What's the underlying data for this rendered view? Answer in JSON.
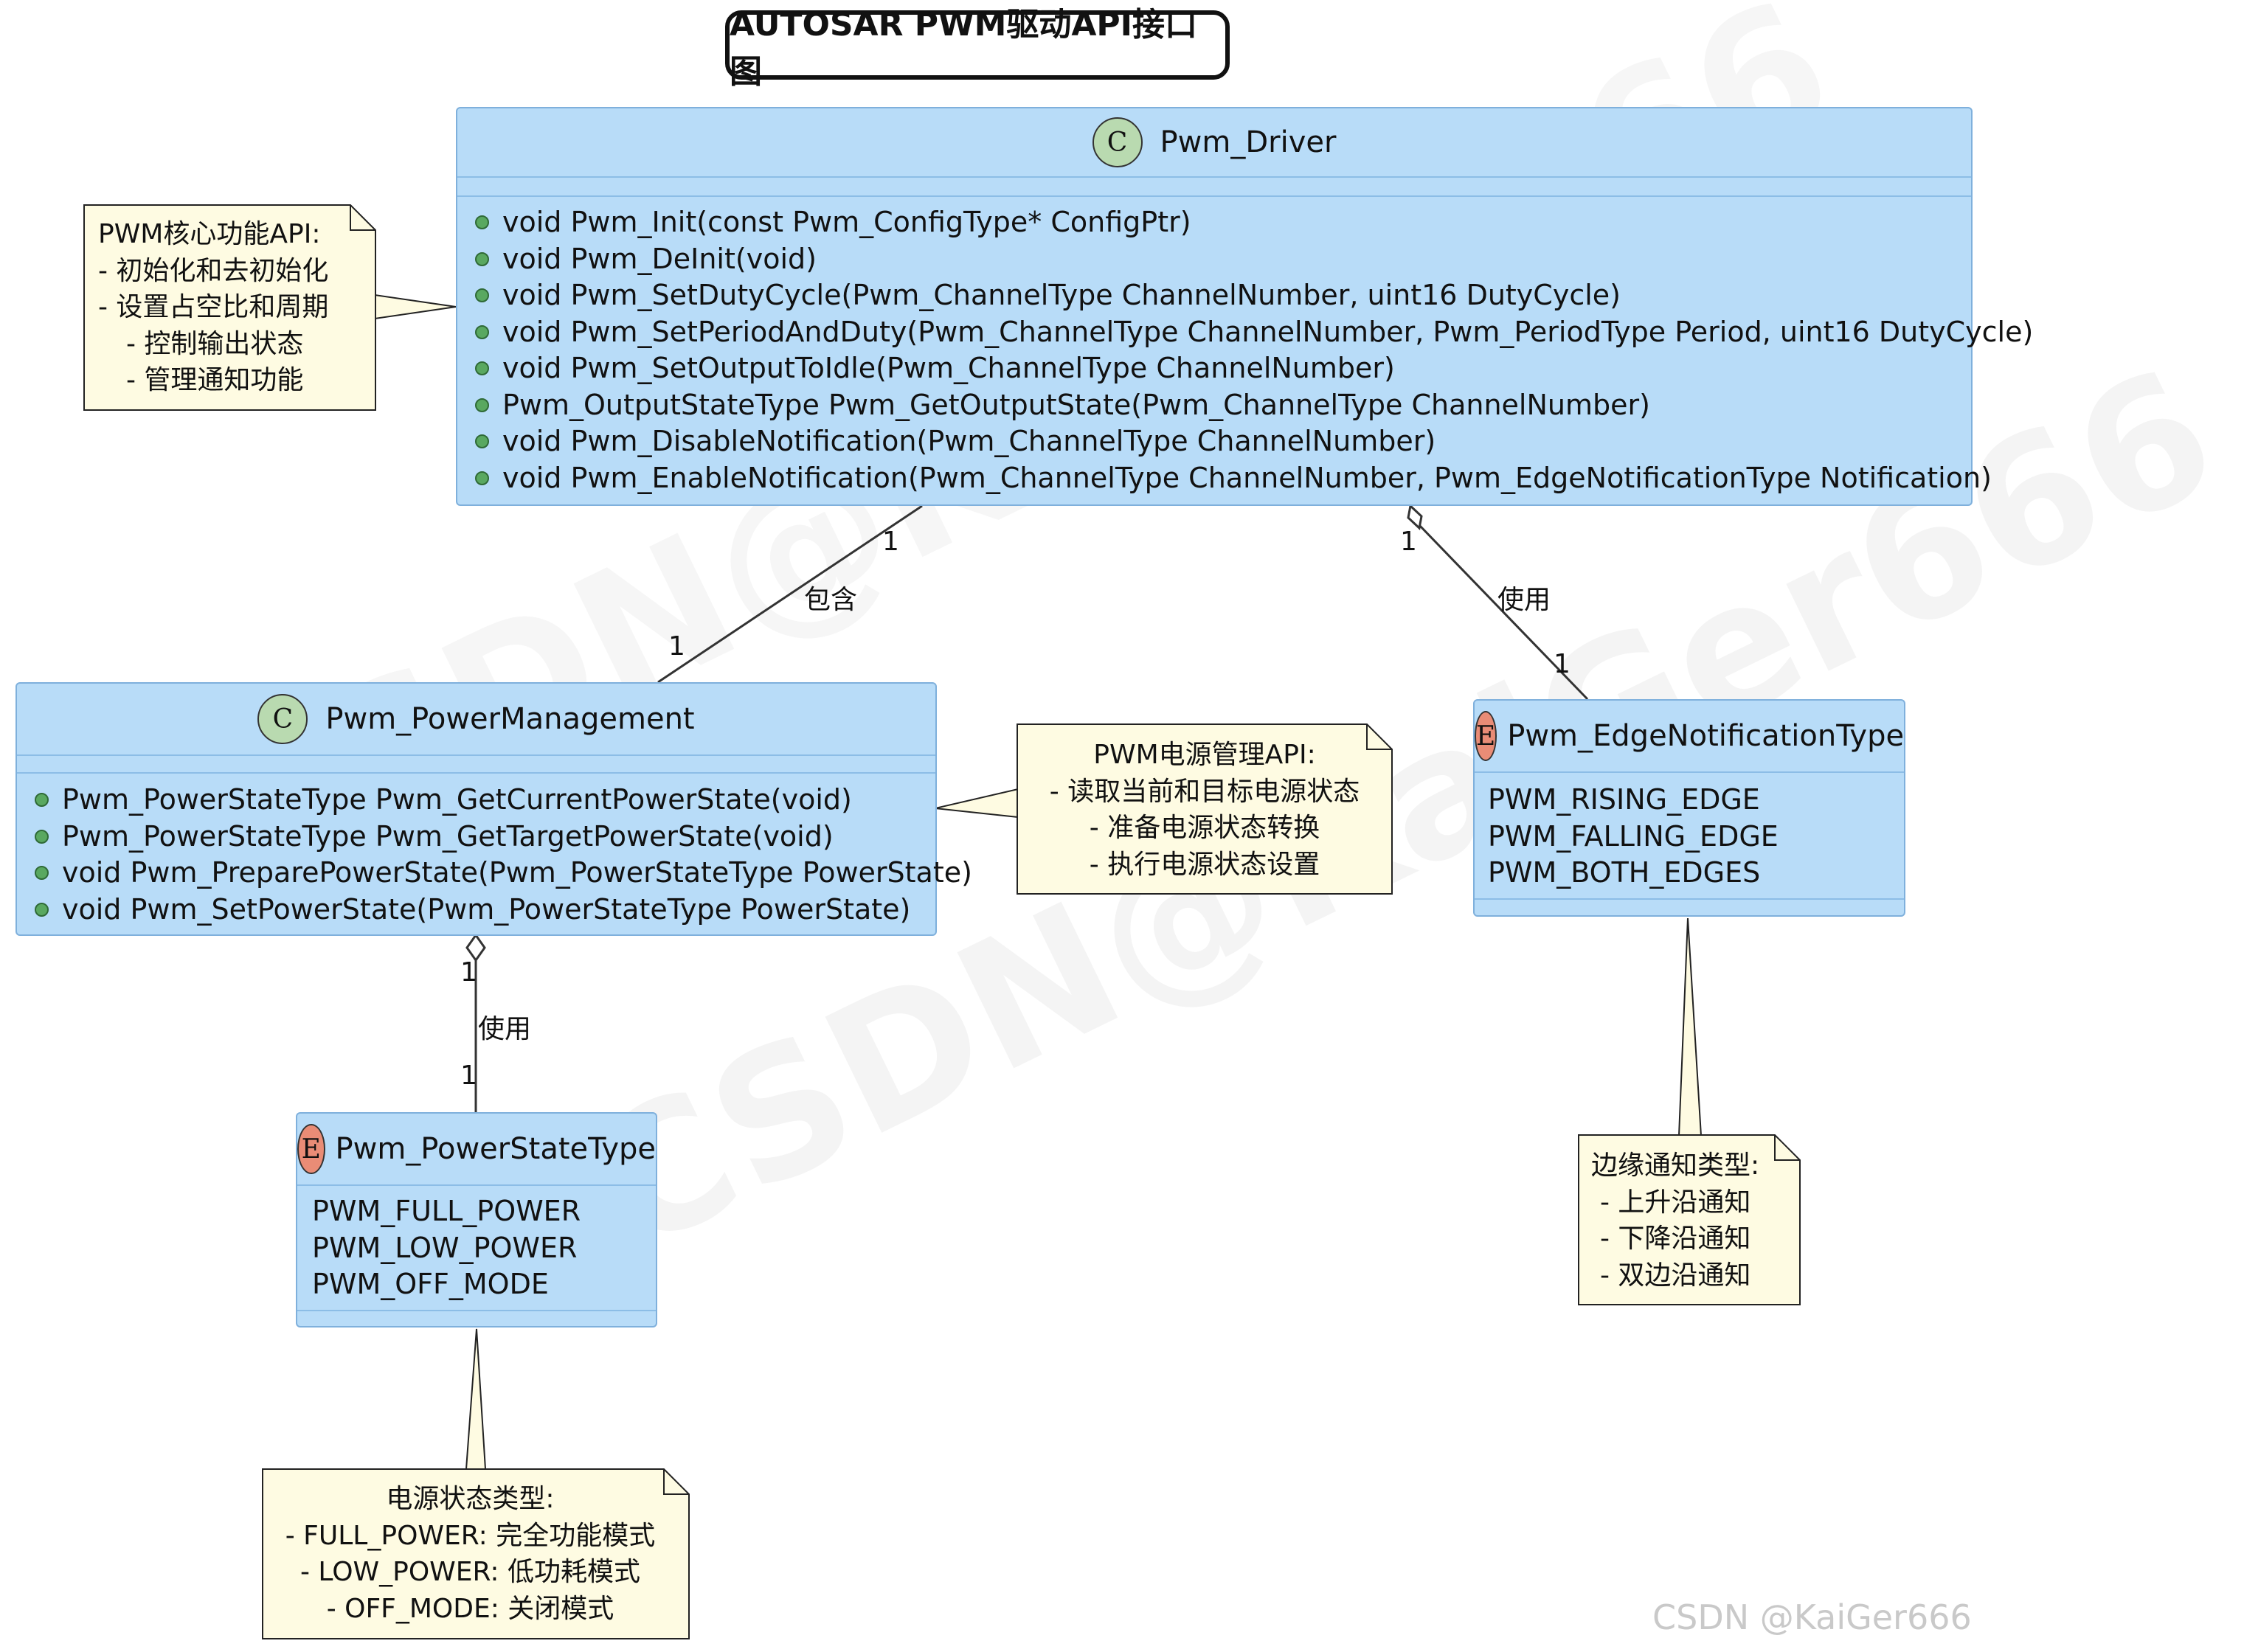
{
  "title": "AUTOSAR PWM驱动API接口图",
  "watermark": "CSDN@KaiGer666",
  "footer": "CSDN @KaiGer666",
  "classes": {
    "driver": {
      "badge": "C",
      "name": "Pwm_Driver",
      "methods": [
        "void Pwm_Init(const Pwm_ConfigType* ConfigPtr)",
        "void Pwm_DeInit(void)",
        "void Pwm_SetDutyCycle(Pwm_ChannelType ChannelNumber, uint16 DutyCycle)",
        "void Pwm_SetPeriodAndDuty(Pwm_ChannelType ChannelNumber, Pwm_PeriodType Period, uint16 DutyCycle)",
        "void Pwm_SetOutputToIdle(Pwm_ChannelType ChannelNumber)",
        "Pwm_OutputStateType Pwm_GetOutputState(Pwm_ChannelType ChannelNumber)",
        "void Pwm_DisableNotification(Pwm_ChannelType ChannelNumber)",
        "void Pwm_EnableNotification(Pwm_ChannelType ChannelNumber, Pwm_EdgeNotificationType Notification)"
      ]
    },
    "power_management": {
      "badge": "C",
      "name": "Pwm_PowerManagement",
      "methods": [
        "Pwm_PowerStateType Pwm_GetCurrentPowerState(void)",
        "Pwm_PowerStateType Pwm_GetTargetPowerState(void)",
        "void Pwm_PreparePowerState(Pwm_PowerStateType PowerState)",
        "void Pwm_SetPowerState(Pwm_PowerStateType PowerState)"
      ]
    },
    "edge_notification": {
      "badge": "E",
      "name": "Pwm_EdgeNotificationType",
      "literals": [
        "PWM_RISING_EDGE",
        "PWM_FALLING_EDGE",
        "PWM_BOTH_EDGES"
      ]
    },
    "power_state": {
      "badge": "E",
      "name": "Pwm_PowerStateType",
      "literals": [
        "PWM_FULL_POWER",
        "PWM_LOW_POWER",
        "PWM_OFF_MODE"
      ]
    }
  },
  "notes": {
    "core": [
      "PWM核心功能API:",
      "- 初始化和去初始化",
      "- 设置占空比和周期",
      "- 控制输出状态",
      "- 管理通知功能"
    ],
    "power": [
      "PWM电源管理API:",
      "- 读取当前和目标电源状态",
      "- 准备电源状态转换",
      "- 执行电源状态设置"
    ],
    "edge": [
      "边缘通知类型:",
      "- 上升沿通知",
      "- 下降沿通知",
      "- 双边沿通知"
    ],
    "power_state": [
      "电源状态类型:",
      "- FULL_POWER: 完全功能模式",
      "- LOW_POWER: 低功耗模式",
      "- OFF_MODE: 关闭模式"
    ]
  },
  "relations": {
    "contains": {
      "label": "包含",
      "src_mult": "1",
      "dst_mult": "1"
    },
    "uses_edge": {
      "label": "使用",
      "src_mult": "1",
      "dst_mult": "1"
    },
    "uses_power_state": {
      "label": "使用",
      "src_mult": "1",
      "dst_mult": "1"
    }
  },
  "colors": {
    "class_fill": "#b8dcf8",
    "class_border": "#7fb0dc",
    "note_fill": "#fefbe2",
    "class_badge": "#b9dab0",
    "enum_badge": "#e98c76",
    "method_dot": "#59a860"
  }
}
